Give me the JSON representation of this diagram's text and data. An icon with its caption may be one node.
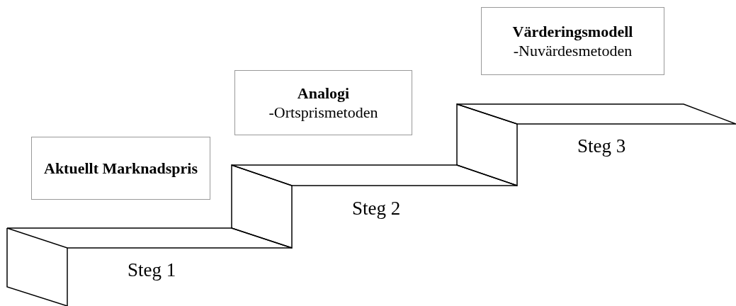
{
  "diagram": {
    "nodes": [
      {
        "text": [
          "Aktuellt Marknadspris"
        ]
      },
      {
        "text": [
          "Steg 1"
        ]
      },
      {
        "text": [
          "Analogi",
          "-Ortsprismetoden"
        ]
      },
      {
        "text": [
          "Steg 2"
        ]
      },
      {
        "text": [
          "Värderingsmodell",
          "-Nuvärdesmetoden"
        ]
      },
      {
        "text": [
          "Steg 3"
        ]
      }
    ],
    "edges": []
  }
}
